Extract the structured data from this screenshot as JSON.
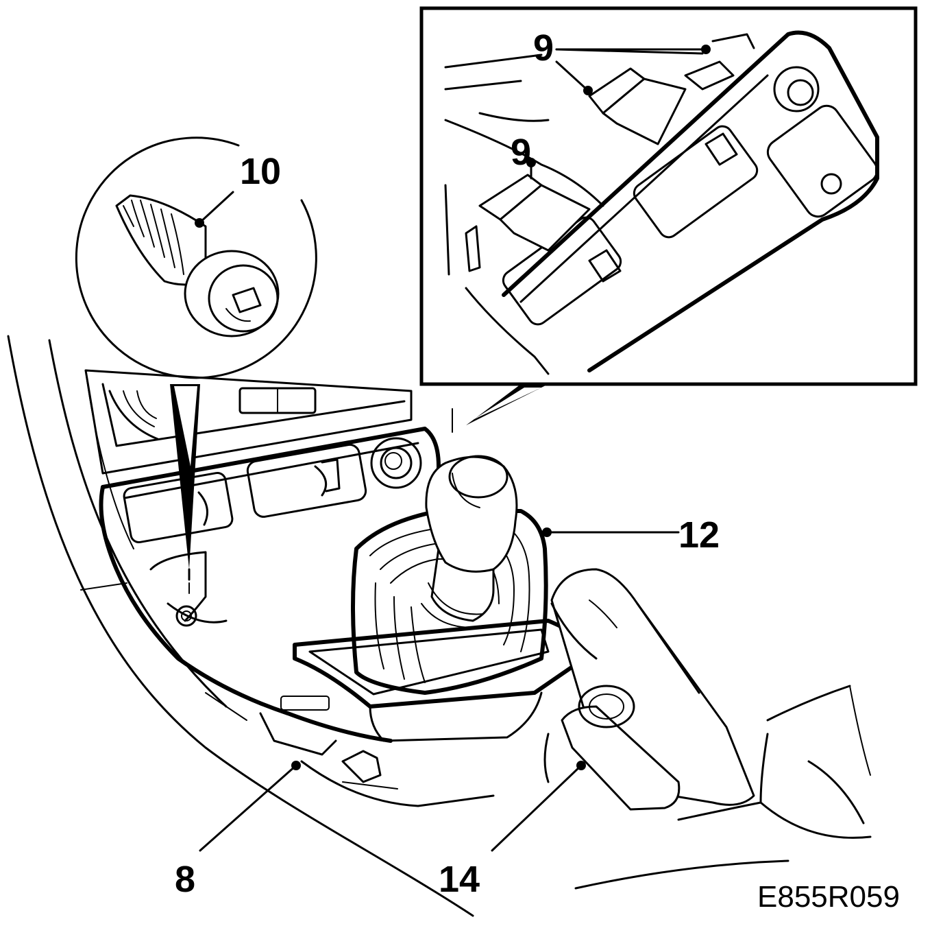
{
  "figure": {
    "id_label": "E855R059"
  },
  "callouts": {
    "c8": "8",
    "c9a": "9",
    "c10": "10",
    "c12": "12",
    "c14": "14"
  }
}
